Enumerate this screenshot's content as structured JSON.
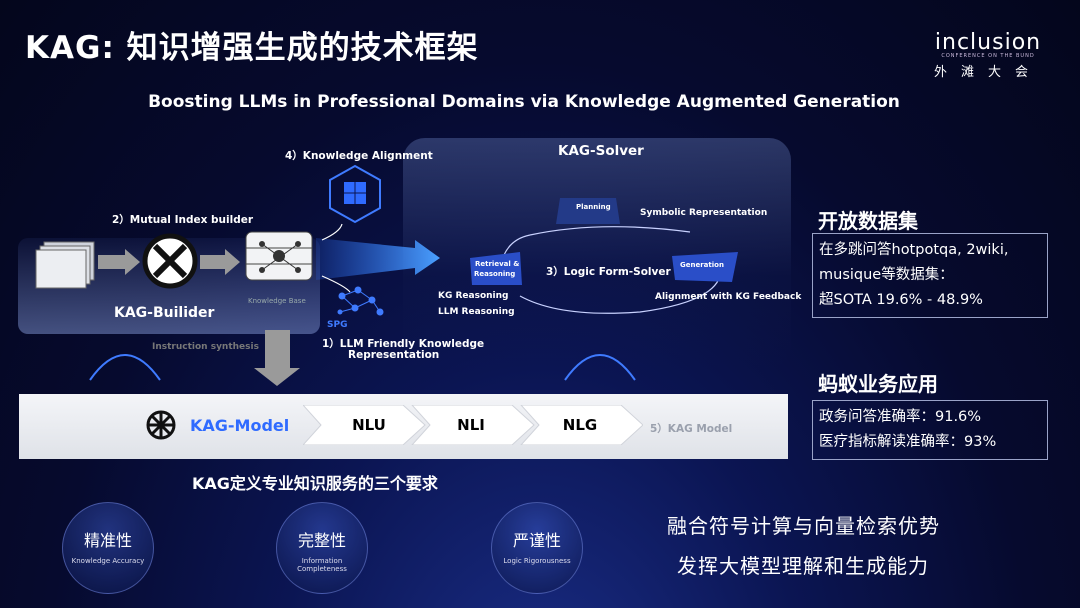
{
  "header": {
    "title": "KAG: 知识增强生成的技术框架",
    "logo_main": "inclusion",
    "logo_sub": "CONFERENCE ON THE BUND",
    "logo_cn": "外滩大会",
    "subtitle": "Boosting LLMs in Professional Domains via Knowledge Augmented Generation"
  },
  "diagram": {
    "solver_title": "KAG-Solver",
    "builder_title": "KAG-Builider",
    "step1": "1）LLM Friendly Knowledge",
    "step1b": "Representation",
    "step2": "2）Mutual Index builder",
    "step3": "3）Logic Form-Solver",
    "step4": "4）Knowledge Alignment",
    "step5": "5）KAG Model",
    "knowledge_base": "Knowledge Base",
    "spg": "SPG",
    "instruction": "Instruction synthesis",
    "planning": "Planning",
    "symbolic": "Symbolic Representation",
    "retrieval_1": "Retrieval &",
    "retrieval_2": "Reasoning",
    "generation": "Generation",
    "kg_reasoning": "KG Reasoning",
    "llm_reasoning": "LLM Reasoning",
    "alignment_feedback": "Alignment with KG Feedback"
  },
  "model_band": {
    "model_label": "KAG-Model",
    "stages": [
      "NLU",
      "NLI",
      "NLG"
    ]
  },
  "open_datasets": {
    "title": "开放数据集",
    "lines": [
      "在多跳问答hotpotqa, 2wiki,",
      "musique等数据集：",
      "超SOTA 19.6% - 48.9%"
    ]
  },
  "ant_apps": {
    "title": "蚂蚁业务应用",
    "lines": [
      "政务问答准确率：91.6%",
      "医疗指标解读准确率：93%"
    ]
  },
  "requirements": {
    "title": "KAG定义专业知识服务的三个要求",
    "items": [
      {
        "cn": "精准性",
        "en": "Knowledge Accuracy"
      },
      {
        "cn": "完整性",
        "en": "Information Completeness"
      },
      {
        "cn": "严谨性",
        "en": "Logic Rigorousness"
      }
    ]
  },
  "slogan": {
    "line1": "融合符号计算与向量检索优势",
    "line2": "发挥大模型理解和生成能力"
  }
}
